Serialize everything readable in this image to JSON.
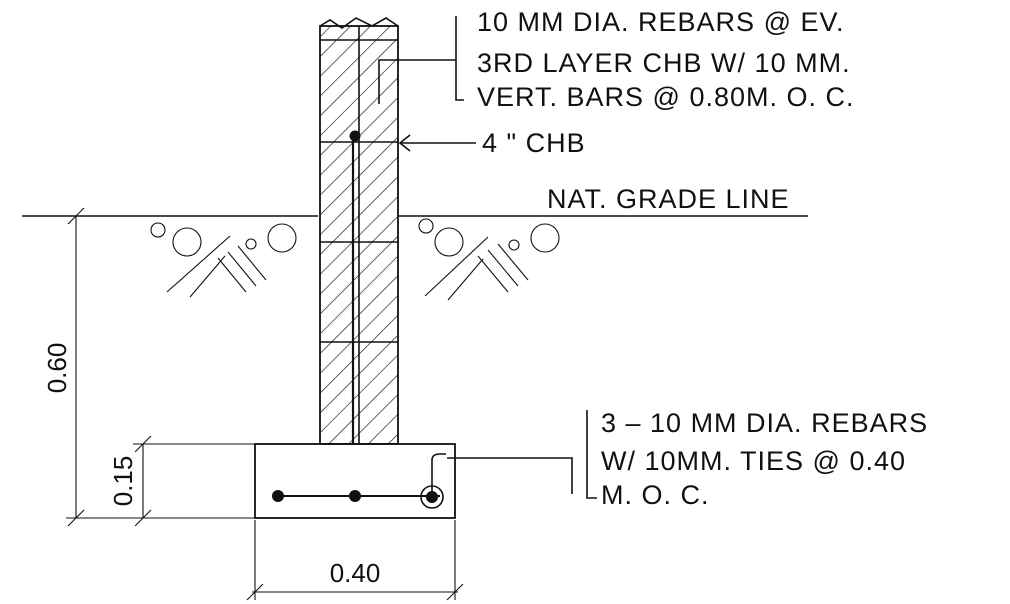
{
  "callouts": {
    "top_line1": "10 MM DIA. REBARS @ EV.",
    "top_line2": "3RD LAYER CHB W/ 10 MM.",
    "top_line3": "VERT. BARS @ 0.80M. O. C.",
    "chb": "4 \" CHB",
    "grade": "NAT. GRADE LINE",
    "footing_line1": "3 – 10 MM DIA. REBARS",
    "footing_line2": "W/ 10MM. TIES @ 0.40",
    "footing_line3": "M. O. C."
  },
  "dimensions": {
    "depth": "0.60",
    "footing_thickness": "0.15",
    "footing_width": "0.40"
  },
  "colors": {
    "ink": "#111111",
    "background": "#ffffff"
  }
}
